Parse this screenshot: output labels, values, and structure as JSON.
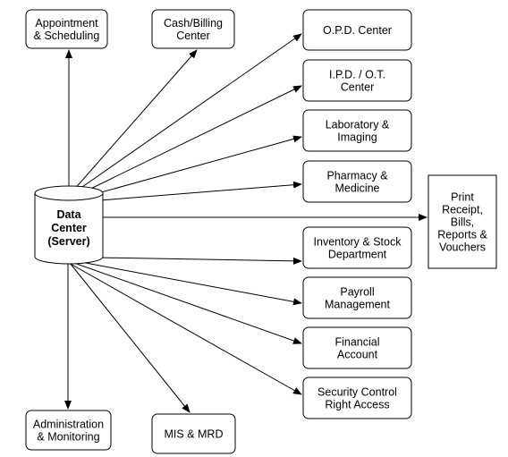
{
  "center": {
    "lines": [
      "Data",
      "Center",
      "(Server)"
    ]
  },
  "nodes": [
    {
      "id": "appointment",
      "lines": [
        "Appointment",
        "& Scheduling"
      ]
    },
    {
      "id": "cash-billing",
      "lines": [
        "Cash/Billing",
        "Center"
      ]
    },
    {
      "id": "opd",
      "lines": [
        "O.P.D. Center"
      ]
    },
    {
      "id": "ipd-ot",
      "lines": [
        "I.P.D. / O.T.",
        "Center"
      ]
    },
    {
      "id": "laboratory",
      "lines": [
        "Laboratory &",
        "Imaging"
      ]
    },
    {
      "id": "pharmacy",
      "lines": [
        "Pharmacy &",
        "Medicine"
      ]
    },
    {
      "id": "print",
      "lines": [
        "Print",
        "Receipt,",
        "Bills,",
        "Reports &",
        "Vouchers"
      ]
    },
    {
      "id": "inventory",
      "lines": [
        "Inventory & Stock",
        "Department"
      ]
    },
    {
      "id": "payroll",
      "lines": [
        "Payroll",
        "Management"
      ]
    },
    {
      "id": "financial",
      "lines": [
        "Financial",
        "Account"
      ]
    },
    {
      "id": "security",
      "lines": [
        "Security Control",
        "Right Access"
      ]
    },
    {
      "id": "administration",
      "lines": [
        "Administration",
        "& Monitoring"
      ]
    },
    {
      "id": "mis-mrd",
      "lines": [
        "MIS & MRD"
      ]
    }
  ]
}
